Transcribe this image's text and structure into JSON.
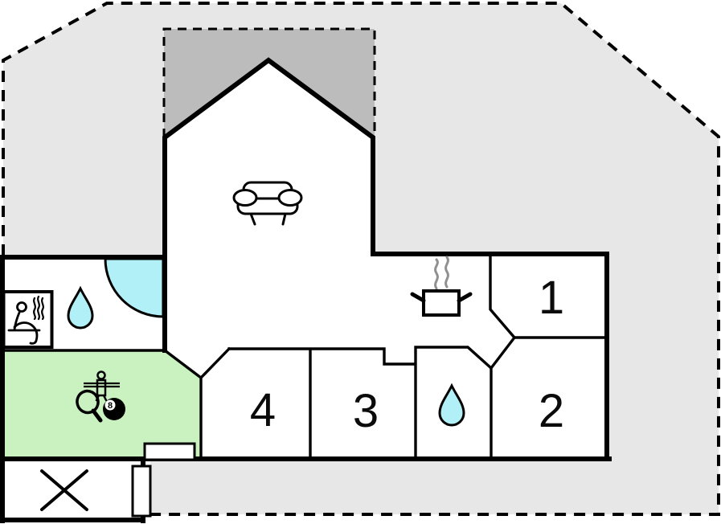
{
  "floorplan": {
    "rooms": [
      {
        "id": "bedroom-1",
        "label": "1"
      },
      {
        "id": "bedroom-2",
        "label": "2"
      },
      {
        "id": "bedroom-3",
        "label": "3"
      },
      {
        "id": "bedroom-4",
        "label": "4"
      }
    ],
    "billiard_ball_label": "8",
    "features": [
      "sofa-icon",
      "cooking-pot-icon",
      "steam-icon",
      "sauna-person-icon",
      "corner-bathtub-icon",
      "water-drop-icon-bathroom",
      "water-drop-icon-wc",
      "table-tennis-paddle-icon",
      "foosball-player-icon",
      "billiard-8-ball-icon",
      "x-mark-icon"
    ],
    "colors": {
      "plot": "#e7e7e7",
      "roof": "#bcbcbc",
      "activity_room": "#c9f2c0",
      "water": "#b2f0f8",
      "room": "#ffffff",
      "wall": "#000000",
      "steam": "#909090"
    }
  }
}
